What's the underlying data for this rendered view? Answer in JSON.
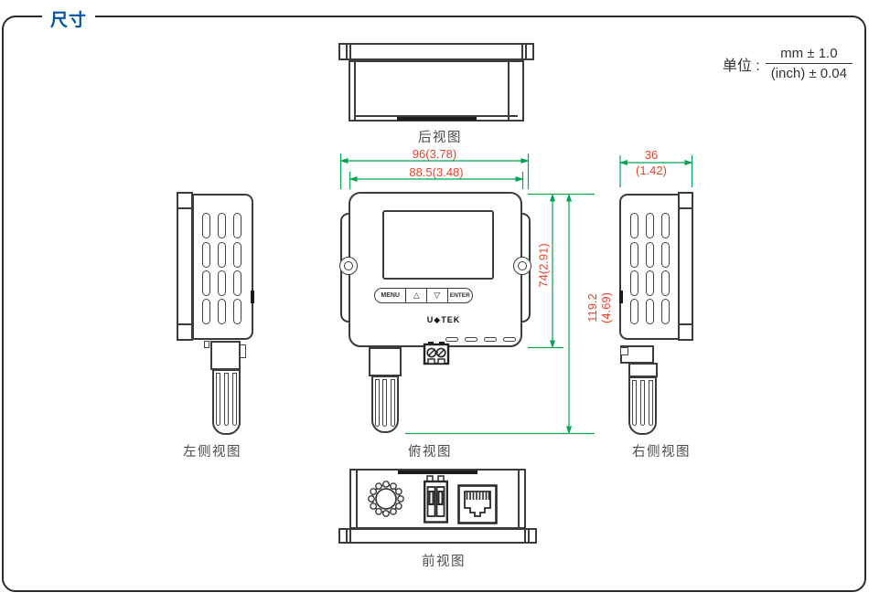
{
  "title": "尺寸",
  "unit_note": {
    "label": "单位 :",
    "numerator": "mm ± 1.0",
    "denominator": "(inch) ± 0.04"
  },
  "views": {
    "rear": {
      "label": "后视图"
    },
    "left_side": {
      "label": "左侧视图"
    },
    "top": {
      "label": "俯视图"
    },
    "right_side": {
      "label": "右侧视图"
    },
    "front": {
      "label": "前视图"
    }
  },
  "device": {
    "buttons": {
      "menu": "MENU",
      "up": "△",
      "down": "▽",
      "enter": "ENTER"
    },
    "logo": "U◆TEK"
  },
  "dimensions": {
    "overall_width": "96(3.78)",
    "body_width": "88.5(3.48)",
    "depth_mm": "36",
    "depth_inch": "(1.42)",
    "body_height": "74(2.91)",
    "overall_height_mm": "119.2",
    "overall_height_inch": "(4.69)"
  },
  "colors": {
    "accent": "#0054A6",
    "dimension_line": "#00A651",
    "dimension_text": "#E8432B"
  }
}
